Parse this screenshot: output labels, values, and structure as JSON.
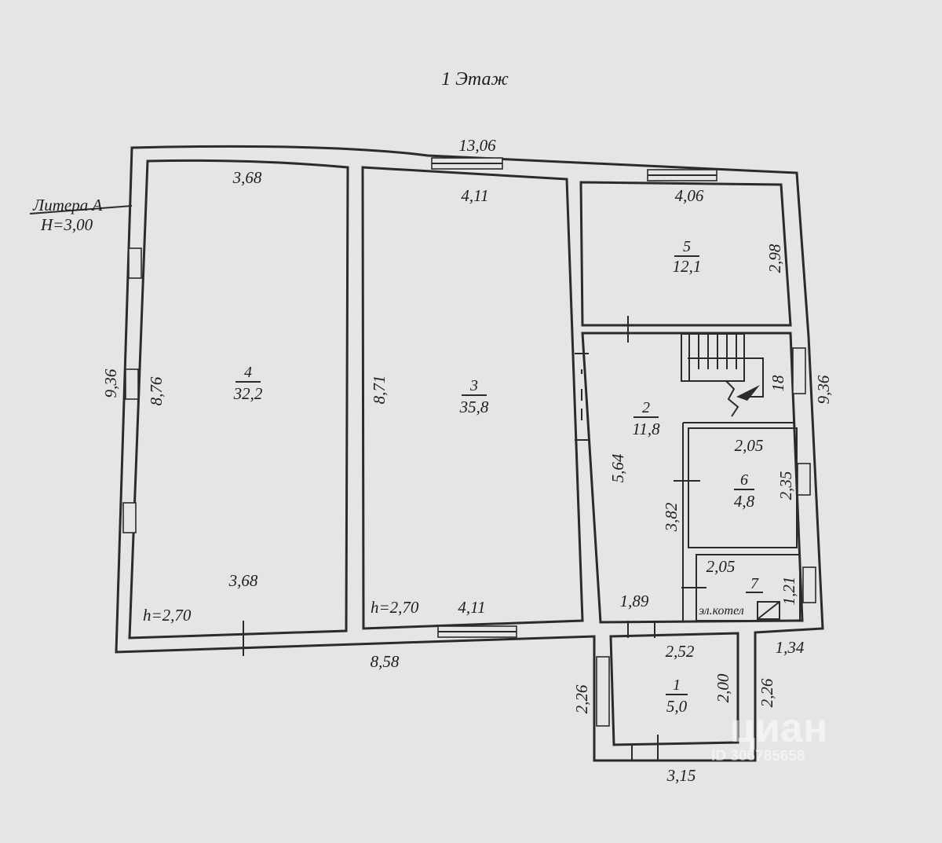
{
  "title": "1 Этаж",
  "litera": {
    "name": "Литера А",
    "height": "H=3,00"
  },
  "rooms": [
    {
      "id": "room-1",
      "number": "1",
      "area": "5,0"
    },
    {
      "id": "room-2",
      "number": "2",
      "area": "11,8"
    },
    {
      "id": "room-3",
      "number": "3",
      "area": "35,8"
    },
    {
      "id": "room-4",
      "number": "4",
      "area": "32,2"
    },
    {
      "id": "room-5",
      "number": "5",
      "area": "12,1"
    },
    {
      "id": "room-6",
      "number": "6",
      "area": "4,8"
    },
    {
      "id": "room-7",
      "number": "7",
      "area": ""
    }
  ],
  "dimensions": {
    "top_total": "13,06",
    "bottom_total": "8,58",
    "left_outer": "9,36",
    "right_outer": "9,36",
    "r4_top": "3,68",
    "r4_bottom": "3,68",
    "r4_height": "8,76",
    "r4_ceiling": "h=2,70",
    "r3_top": "4,11",
    "r3_bottom": "4,11",
    "r3_height": "8,71",
    "r3_ceiling": "h=2,70",
    "r5_width": "4,06",
    "r5_height": "2,98",
    "stair_steps": "18",
    "r2_height": "5,64",
    "r2_bottom": "1,89",
    "r6_width": "2,05",
    "r6_height": "2,35",
    "r6_left": "3,82",
    "r7_width": "2,05",
    "r7_height": "1,21",
    "r1_width": "2,52",
    "r1_height": "2,00",
    "r1_left_outer": "2,26",
    "r1_right_outer": "2,26",
    "r1_bottom": "3,15",
    "porch_right": "1,34"
  },
  "boiler": "эл.котел",
  "watermark": {
    "brand": "циан",
    "id": "ID 306785658"
  }
}
